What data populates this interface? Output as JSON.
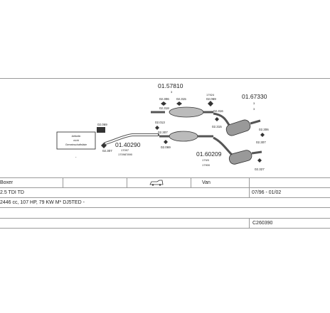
{
  "diagram": {
    "labels": {
      "main_part_top": "01.57810",
      "main_part_right": "01.67330",
      "main_part_left": "01.40290",
      "main_part_mid": "01.60209",
      "info_box": "Artikelin\nnicht\nGemeinschaftsliste",
      "small_a": "02.069",
      "small_b": "02.307",
      "small_c": "02.306",
      "small_d": "02.315",
      "small_e": "02.318",
      "small_f": "02.013",
      "small_g": "02.307",
      "small_h": "02.069",
      "small_i": "02.069",
      "small_j": "02.316",
      "small_k": "02.315",
      "small_l": "02.306",
      "small_m": "02.307",
      "small_n": "02.327",
      "sub_left": "17097",
      "sub_left2": "170987890",
      "sub_mid": "179/0",
      "sub_mid2": "17900",
      "sub_top": "17924",
      "sub_top2": "3"
    }
  },
  "table": {
    "model": "Boxer",
    "van": "Van",
    "engine": "2.5 TDI TD",
    "date_range": "07/96 - 01/02",
    "spec": "2446 cc, 107 HP, 79 KW M* DJ5TED -",
    "code": "C260390"
  }
}
